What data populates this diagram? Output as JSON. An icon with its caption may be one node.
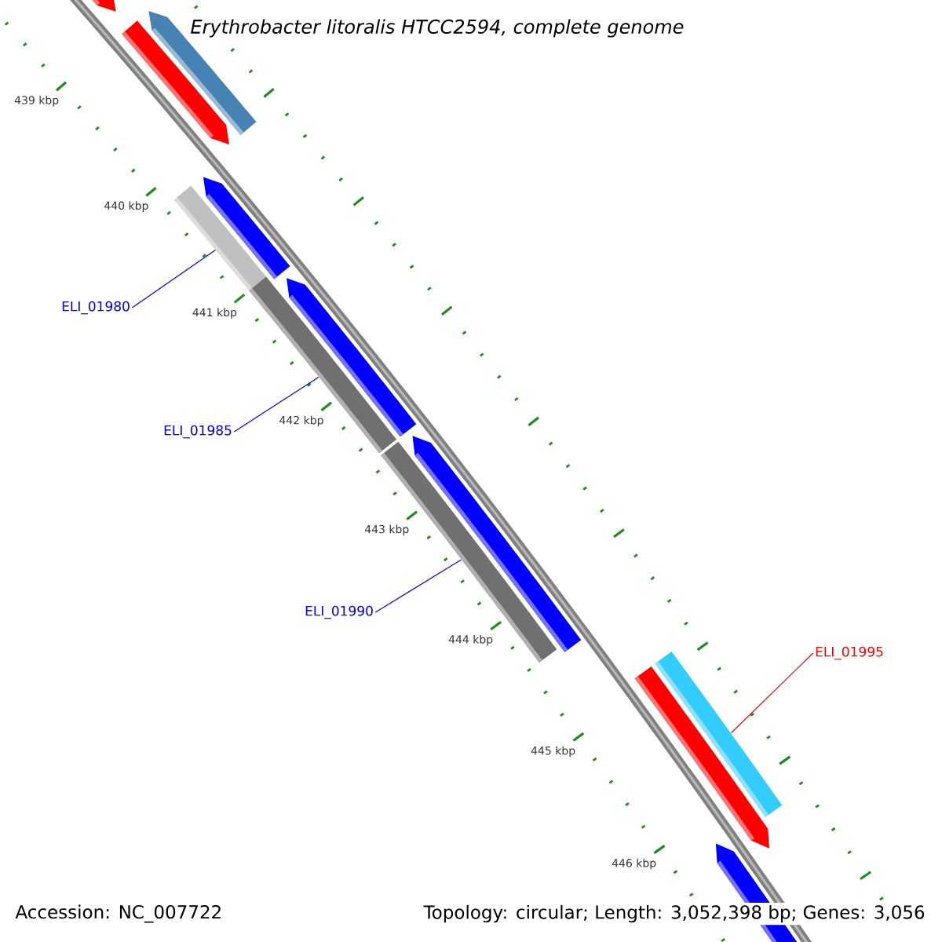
{
  "diagram": {
    "title": "*Erythrobacter litoralis* HTCC2594, complete genome",
    "nodes": [
      {
        "text": [
          "ELI_01980"
        ]
      },
      {
        "text": [],
        "shape": "bar"
      },
      {
        "text": [
          "ELI_01985"
        ]
      },
      {
        "text": [],
        "shape": "bar"
      },
      {
        "text": [
          "ELI_01990"
        ]
      },
      {
        "text": [],
        "shape": "bar"
      },
      {
        "text": [
          "ELI_01995"
        ]
      },
      {
        "text": [],
        "shape": "bar"
      }
    ],
    "edges": [
      {
        "from": 0,
        "to": 1,
        "arrow": "none"
      },
      {
        "from": 2,
        "to": 3,
        "arrow": "none"
      },
      {
        "from": 4,
        "to": 5,
        "arrow": "none"
      },
      {
        "from": 6,
        "to": 7,
        "arrow": "none",
        "color": "#ff0000"
      }
    ],
    "labels": [
      "439 kbp",
      "440 kbp",
      "441 kbp",
      "442 kbp",
      "443 kbp",
      "444 kbp",
      "445 kbp",
      "446 kbp",
      "Accession: NC_007722",
      "Topology: circular; Length: 3,052,398 bp; Genes: 3,056"
    ]
  }
}
